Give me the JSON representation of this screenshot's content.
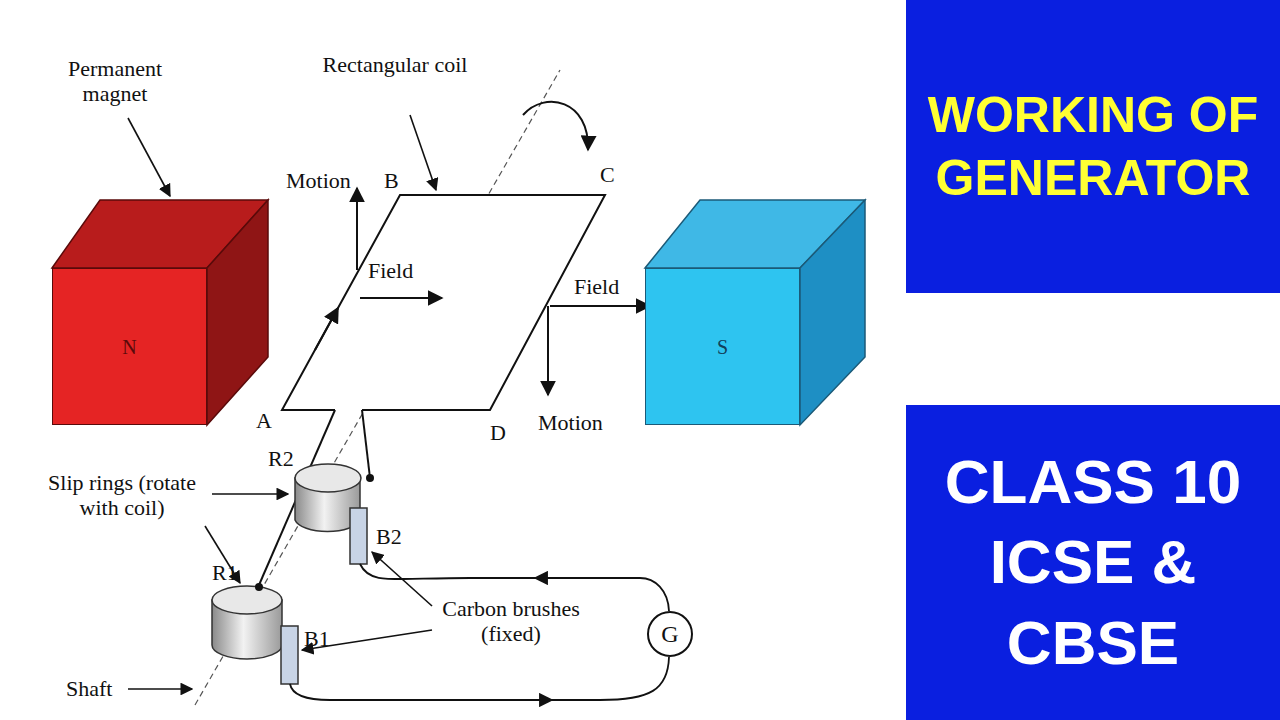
{
  "diagram": {
    "nodes": [
      {
        "text": [
          "WORKING OF GENERATOR"
        ]
      },
      {
        "text": [
          "CLASS 10 ICSE & CBSE"
        ]
      },
      {
        "text": [
          "N"
        ]
      },
      {
        "text": [
          "S"
        ]
      },
      {
        "text": [
          "G"
        ]
      }
    ],
    "labels": [
      "Permanent magnet",
      "Rectangular coil",
      "Motion",
      "B",
      "C",
      "Field",
      "Field",
      "A",
      "D",
      "Motion",
      "R2",
      "Slip rings (rotate with coil)",
      "B2",
      "R1",
      "B1",
      "Carbon brushes (fixed)",
      "Shaft"
    ]
  }
}
